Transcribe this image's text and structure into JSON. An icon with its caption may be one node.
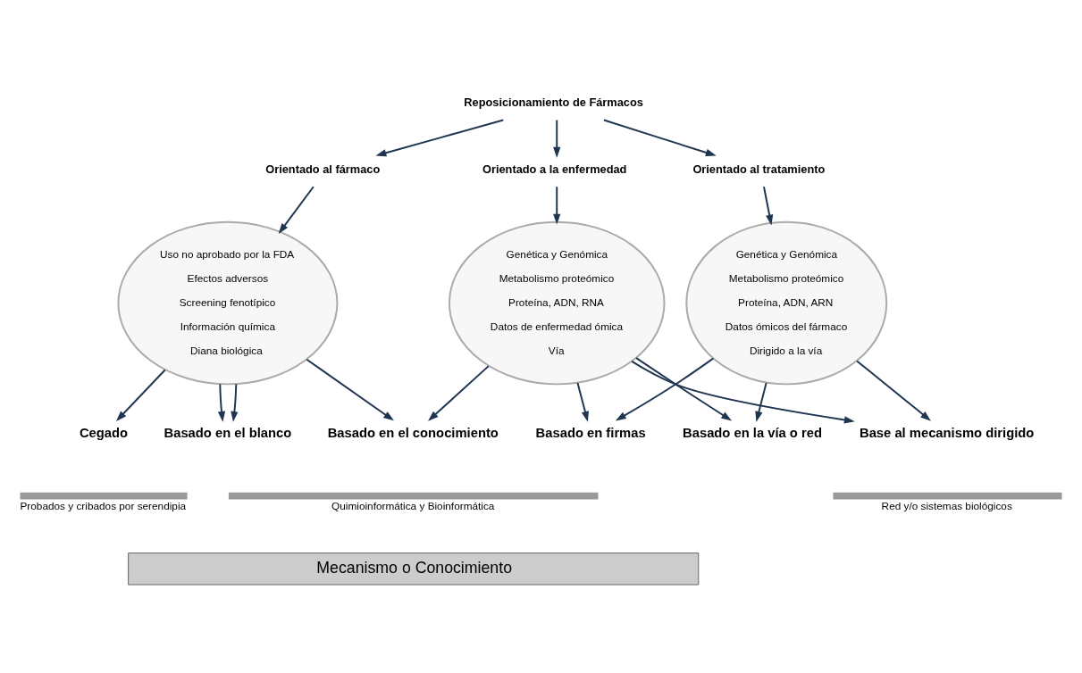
{
  "diagram": {
    "nodes": [
      {
        "text": [
          "Reposicionamiento de Fármacos"
        ]
      },
      {
        "text": [
          "Orientado al fármaco"
        ]
      },
      {
        "text": [
          "Orientado a la enfermedad"
        ]
      },
      {
        "text": [
          "Orientado al tratamiento"
        ]
      },
      {
        "text": [
          "Uso no aprobado por la FDA",
          "Efectos adversos",
          "Screening fenotípico",
          "Información química",
          "Diana biológica"
        ]
      },
      {
        "text": [
          "Genética y Genómica",
          "Metabolismo proteómico",
          "Proteína, ADN, RNA",
          "Datos de enfermedad ómica",
          "Vía"
        ]
      },
      {
        "text": [
          "Genética y Genómica",
          "Metabolismo proteómico",
          "Proteína, ADN, ARN",
          "Datos ómicos del fármaco",
          "Dirigido a la vía"
        ]
      },
      {
        "text": [
          "Cegado"
        ]
      },
      {
        "text": [
          "Basado en el blanco"
        ]
      },
      {
        "text": [
          "Basado en el conocimiento"
        ]
      },
      {
        "text": [
          "Basado en firmas"
        ]
      },
      {
        "text": [
          "Basado en la vía o red"
        ]
      },
      {
        "text": [
          "Base al mecanismo dirigido"
        ]
      },
      {
        "text": [
          "Probados y cribados por serendipia"
        ]
      },
      {
        "text": [
          "Quimioinformática y Bioinformática"
        ]
      },
      {
        "text": [
          "Red y/o sistemas biológicos"
        ]
      },
      {
        "text": [
          "Mecanismo o Conocimiento"
        ]
      }
    ],
    "edges": [
      {
        "from": 0,
        "to": 1,
        "arrow": "to"
      },
      {
        "from": 0,
        "to": 2,
        "arrow": "to"
      },
      {
        "from": 0,
        "to": 3,
        "arrow": "to"
      },
      {
        "from": 1,
        "to": 4,
        "arrow": "to"
      },
      {
        "from": 2,
        "to": 5,
        "arrow": "to"
      },
      {
        "from": 3,
        "to": 6,
        "arrow": "to"
      },
      {
        "from": 4,
        "to": 7,
        "arrow": "to"
      },
      {
        "from": 4,
        "to": 8,
        "arrow": "to"
      },
      {
        "from": 4,
        "to": 8,
        "arrow": "to"
      },
      {
        "from": 4,
        "to": 9,
        "arrow": "to"
      },
      {
        "from": 5,
        "to": 9,
        "arrow": "to"
      },
      {
        "from": 5,
        "to": 10,
        "arrow": "to"
      },
      {
        "from": 5,
        "to": 12,
        "arrow": "to"
      },
      {
        "from": 5,
        "to": 11,
        "arrow": "to"
      },
      {
        "from": 6,
        "to": 10,
        "arrow": "to"
      },
      {
        "from": 6,
        "to": 11,
        "arrow": "to"
      },
      {
        "from": 6,
        "to": 12,
        "arrow": "to"
      }
    ]
  }
}
